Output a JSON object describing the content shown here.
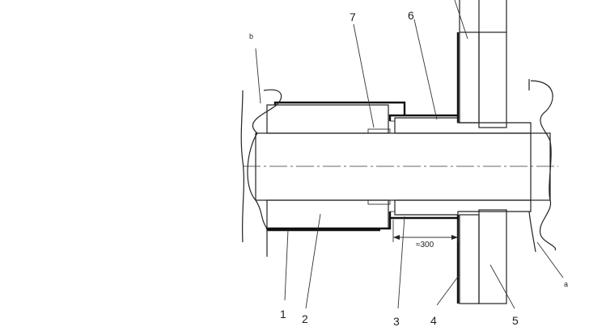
{
  "labels": {
    "label_1": "1",
    "label_2": "2",
    "label_3": "3",
    "label_4": "4",
    "label_5": "5",
    "label_6": "6",
    "label_7": "7",
    "label_a": "a",
    "label_b": "b"
  },
  "dimension": {
    "text": "≈300"
  }
}
